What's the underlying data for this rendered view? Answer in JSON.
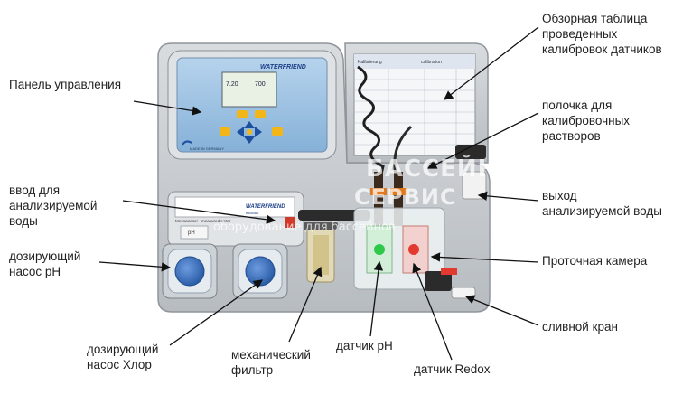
{
  "labels": {
    "control_panel": "Панель управления",
    "calibration_table": "Обзорная таблица\nпроведенных\nкалибровок датчиков",
    "shelf": "полочка для\nкалибровочных\nрастворов",
    "water_input": "ввод для\nанализируемой\nводы",
    "water_output": "выход\nанализируемой воды",
    "ph_pump": "дозирующий\nнасос pH",
    "flow_chamber": "Проточная камера",
    "drain_valve": "сливной кран",
    "chlorine_pump": "дозирующий\nнасос Хлор",
    "mech_filter": "механический\nфильтр",
    "ph_sensor": "датчик pH",
    "redox_sensor": "датчик Redox"
  },
  "device": {
    "brand_main": "WATERFRIEND",
    "brand_sub": "exclusiv",
    "made_in": "MADE IN GERMANY",
    "lcd_line1": "7.20",
    "lcd_line2": "700",
    "table_header_left": "Kalibrierung",
    "table_header_right": "calibration",
    "module_label": "Messwasser · measured water",
    "ph_tag": "pH"
  },
  "watermark": {
    "line1": "БАССЕЙН",
    "line2": "СЕРВИС",
    "line3": "оборудование для бассейнов"
  },
  "colors": {
    "panel": "#c9cdd1",
    "panel_dark": "#9aa0a6",
    "screen": "#9fc3e2",
    "button": "#f2b619",
    "pump_blue": "#3c74c6",
    "ph_led": "#2ec84a",
    "redox_led": "#e23a2e"
  }
}
